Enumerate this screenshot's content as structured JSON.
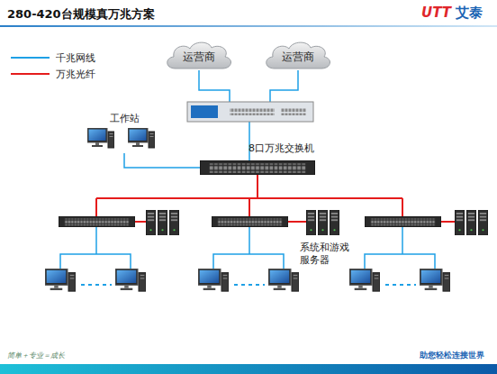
{
  "diagram": {
    "title": "280-420台规模真万兆方案",
    "nodes": [
      {
        "text": [
          "运营商"
        ]
      },
      {
        "text": [
          "运营商"
        ]
      },
      {
        "text": [
          "工作站"
        ]
      },
      {
        "text": [
          "8口万兆交换机"
        ]
      },
      {
        "text": [
          "系统和游戏服务器"
        ]
      }
    ],
    "edges": [
      {
        "from": 3,
        "to": 2,
        "arrow": "none"
      }
    ],
    "labels": [
      "UTT",
      "艾泰",
      "简单＋专业＝成长",
      "助您轻松连接世界"
    ],
    "legend": [
      {
        "text": "千兆网线"
      },
      {
        "text": "万兆光纤"
      }
    ]
  }
}
